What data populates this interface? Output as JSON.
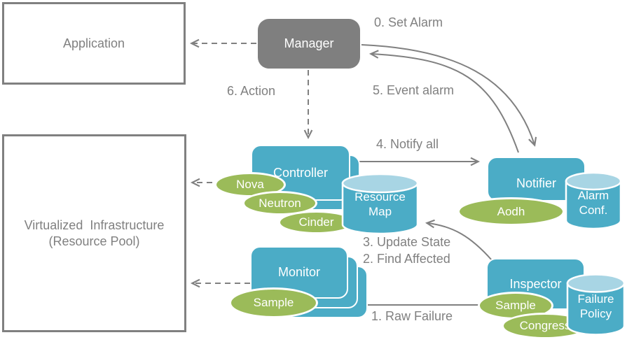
{
  "nodes": {
    "application": "Application",
    "manager": "Manager",
    "controller": "Controller",
    "monitor": "Monitor",
    "notifier": "Notifier",
    "inspector": "Inspector",
    "virtualized_infrastructure": {
      "line1": "Virtualized  Infrastructure",
      "line2": "(Resource Pool)"
    }
  },
  "datastores": {
    "resource_map": {
      "line1": "Resource",
      "line2": "Map"
    },
    "alarm_conf": {
      "line1": "Alarm",
      "line2": "Conf."
    },
    "failure_policy": {
      "line1": "Failure",
      "line2": "Policy"
    }
  },
  "plugins": {
    "nova": "Nova",
    "neutron": "Neutron",
    "cinder": "Cinder",
    "monitor_sample": "Sample",
    "aodh": "Aodh",
    "inspector_sample": "Sample",
    "congress": "Congress"
  },
  "steps": {
    "set_alarm": "0. Set Alarm",
    "event_alarm": "5. Event alarm",
    "action": "6. Action",
    "notify_all": "4. Notify all",
    "update_state": "3. Update State",
    "find_affected": "2. Find Affected",
    "raw_failure": "1. Raw Failure"
  },
  "colors": {
    "gray": "#808080",
    "manager_fill": "#7F7F7F",
    "box_blue": "#4BACC6",
    "cylinder_top_blue": "#A8D5E4",
    "green": "#9BBB59",
    "text_white": "#FFFFFF"
  }
}
